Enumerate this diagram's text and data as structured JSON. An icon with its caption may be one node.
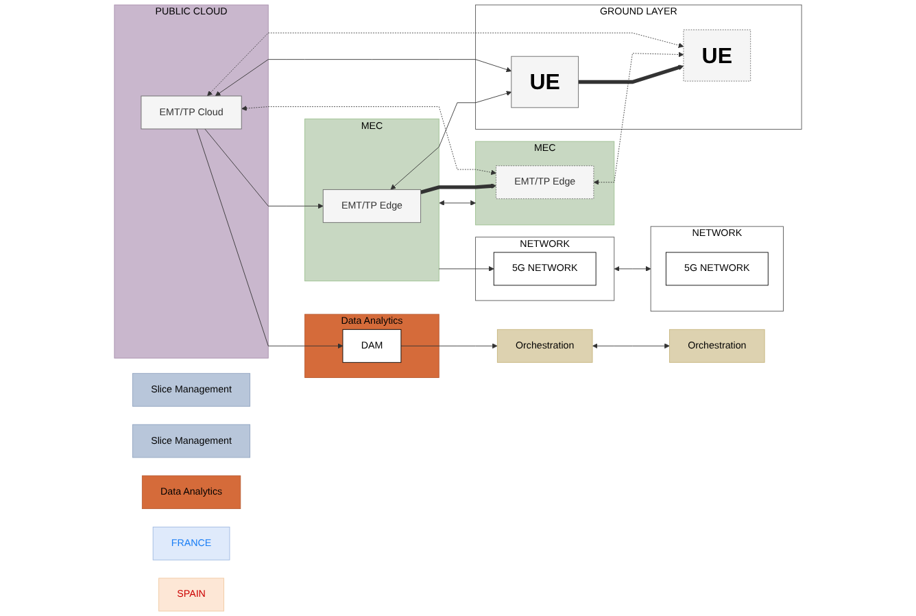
{
  "diagram": {
    "nodes": [
      {
        "text": [
          "Data Analytics"
        ]
      },
      {
        "text": [
          "PUBLIC CLOUD"
        ]
      },
      {
        "text": [
          "EMT/TP Cloud"
        ],
        "in": 1
      },
      {
        "text": [
          "DAM"
        ],
        "in": 0
      },
      {
        "text": [
          "Slice Management"
        ]
      },
      {
        "text": [
          "Slice Management"
        ]
      },
      {
        "text": [
          "Orchestration"
        ]
      },
      {
        "text": [
          "Orchestration"
        ]
      },
      {
        "text": [
          "MEC"
        ]
      },
      {
        "text": [
          "EMT/TP Edge"
        ],
        "in": 8
      },
      {
        "text": [
          "MEC"
        ]
      },
      {
        "text": [
          "EMT/TP Edge"
        ],
        "in": 10
      },
      {
        "text": [
          "NETWORK"
        ]
      },
      {
        "text": [
          "5G NETWORK"
        ],
        "in": 12
      },
      {
        "text": [
          "NETWORK"
        ]
      },
      {
        "text": [
          "5G NETWORK"
        ],
        "in": 14
      },
      {
        "text": [
          "GROUND LAYER"
        ]
      },
      {
        "text": [
          "UE"
        ],
        "in": 16
      },
      {
        "text": [
          "UE"
        ],
        "in": 16
      },
      {
        "text": [
          "Data Analytics"
        ]
      },
      {
        "text": [
          "FRANCE"
        ]
      },
      {
        "text": [
          "SPAIN"
        ]
      }
    ],
    "edges": [
      {
        "from": 2,
        "to": 3,
        "arrow": "to"
      },
      {
        "from": 3,
        "to": 6,
        "arrow": "to"
      },
      {
        "from": 6,
        "to": 7,
        "arrow": "both"
      },
      {
        "from": 8,
        "to": 10,
        "arrow": "both"
      },
      {
        "from": 12,
        "to": 14,
        "arrow": "both"
      },
      {
        "from": 2,
        "to": 9,
        "arrow": "to"
      },
      {
        "from": 2,
        "to": 17,
        "arrow": "both"
      },
      {
        "from": 9,
        "to": 17,
        "arrow": "both"
      },
      {
        "from": 8,
        "to": 13,
        "arrow": "to"
      },
      {
        "from": 2,
        "to": 11,
        "arrow": "both",
        "style": "dashed"
      },
      {
        "from": 2,
        "to": 18,
        "arrow": "both",
        "style": "dashed"
      },
      {
        "from": 11,
        "to": 18,
        "arrow": "both",
        "style": "dashed"
      },
      {
        "from": 9,
        "to": 11,
        "arrow": "to",
        "style": "thick"
      },
      {
        "from": 17,
        "to": 18,
        "arrow": "to",
        "style": "thick"
      }
    ]
  }
}
